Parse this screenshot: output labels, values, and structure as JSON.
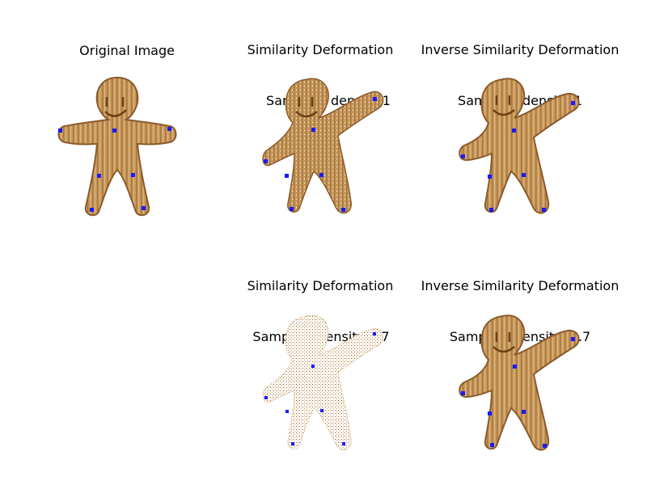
{
  "panels": [
    {
      "title_line1": "Original Image",
      "title_line2": ""
    },
    {
      "title_line1": "Similarity Deformation",
      "title_line2": "Sampling density 1"
    },
    {
      "title_line1": "Inverse Similarity Deformation",
      "title_line2": "Sampling density 1"
    },
    {
      "title_line1": "Similarity Deformation",
      "title_line2": "Sampling density 0.7"
    },
    {
      "title_line1": "Inverse Similarity Deformation",
      "title_line2": "Sampling density  0.7"
    }
  ],
  "colors": {
    "wood": "#c99a5c",
    "wood_dark": "#8a5a2b",
    "wood_light": "#e2bd87",
    "control_point": "#1a1aff"
  }
}
